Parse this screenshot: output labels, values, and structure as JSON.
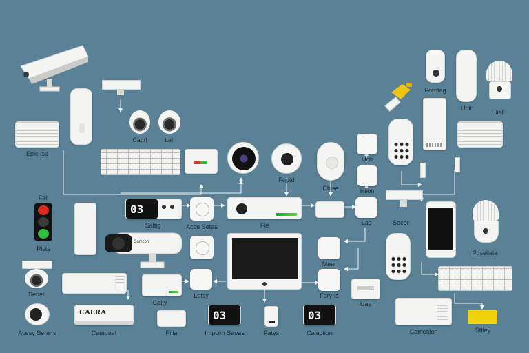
{
  "colors": {
    "background": "#5a8196",
    "device": "#f4f5f3",
    "accent_yellow": "#f1c40f",
    "accent_red": "#d83a2e",
    "accent_green": "#2fbf3b"
  },
  "labels": {
    "epic": "Epic Isd",
    "lal": "Lal",
    "cattrl": "Cattrl",
    "foptd": "Foptd",
    "chise": "Chise",
    "ucb": "Ucb",
    "hilon": "Hilon",
    "fall": "Fall",
    "plsts": "Plsts",
    "saltig": "Saltig",
    "acce_setas": "Acce Setas",
    "fle": "Fle",
    "las": "Las",
    "sacer": "Sacer",
    "poseliate": "Poseliate",
    "sener": "Sener",
    "calty": "Calty",
    "lotsy": "Lotsy",
    "mear": "Mear",
    "fory_is": "Fory Is",
    "uas": "Uas",
    "acesy_seners": "Acesy Seners",
    "campaet": "Campaet",
    "pilla": "Pilla",
    "impcon_saoas": "Impcon Saoas",
    "fatys": "Fatys",
    "calaction": "Calaction",
    "camcalon": "Camcalon",
    "sttley": "Sttley",
    "forntag": "Forntag",
    "ubit": "Ubit",
    "ilial": "Ilial"
  },
  "screens": {
    "display_a": "03",
    "display_b": "03",
    "display_c": "03"
  },
  "camera_text": "CAERA",
  "small_text": "Camcorr"
}
